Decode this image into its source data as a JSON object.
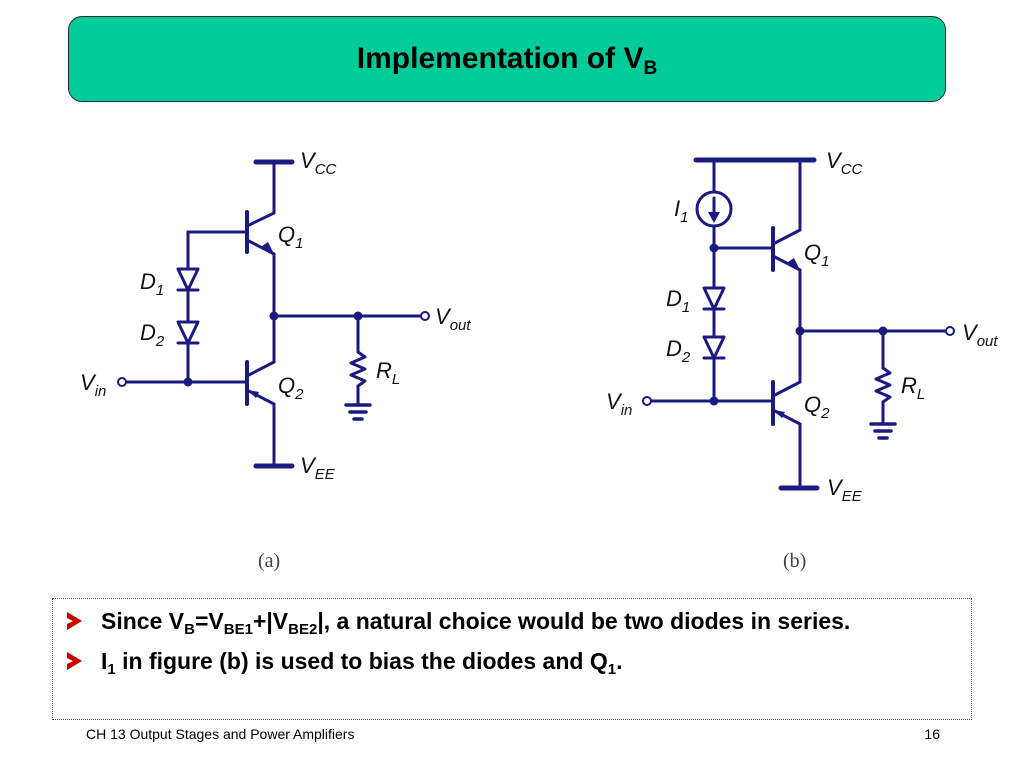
{
  "slide": {
    "title_main": "Implementation of V",
    "title_sub": "B",
    "footer_left": "CH 13 Output Stages and Power Amplifiers",
    "page_number": "16"
  },
  "figure_a": {
    "caption": "(a)",
    "labels": {
      "vcc": "V",
      "vcc_sub": "CC",
      "vee": "V",
      "vee_sub": "EE",
      "q1": "Q",
      "q1_sub": "1",
      "q2": "Q",
      "q2_sub": "2",
      "d1": "D",
      "d1_sub": "1",
      "d2": "D",
      "d2_sub": "2",
      "vin": "V",
      "vin_sub": "in",
      "vout": "V",
      "vout_sub": "out",
      "rl": "R",
      "rl_sub": "L"
    }
  },
  "figure_b": {
    "caption": "(b)",
    "labels": {
      "vcc": "V",
      "vcc_sub": "CC",
      "vee": "V",
      "vee_sub": "EE",
      "q1": "Q",
      "q1_sub": "1",
      "q2": "Q",
      "q2_sub": "2",
      "d1": "D",
      "d1_sub": "1",
      "d2": "D",
      "d2_sub": "2",
      "i1": "I",
      "i1_sub": "1",
      "vin": "V",
      "vin_sub": "in",
      "vout": "V",
      "vout_sub": "out",
      "rl": "R",
      "rl_sub": "L"
    }
  },
  "bullets": [
    {
      "p1": "Since V",
      "s1": "B",
      "p2": "=V",
      "s2": "BE1",
      "p3": "+|V",
      "s3": "BE2",
      "p4": "|, a natural choice would be two diodes in series."
    },
    {
      "p1": "I",
      "s1": "1",
      "p2": " in figure (b) is used to bias the diodes and Q",
      "s2": "1",
      "p3": "."
    }
  ],
  "colors": {
    "title_bg": "#00cc99",
    "wire": "#1a1a80",
    "bullet_arrow": "#cc0000"
  }
}
